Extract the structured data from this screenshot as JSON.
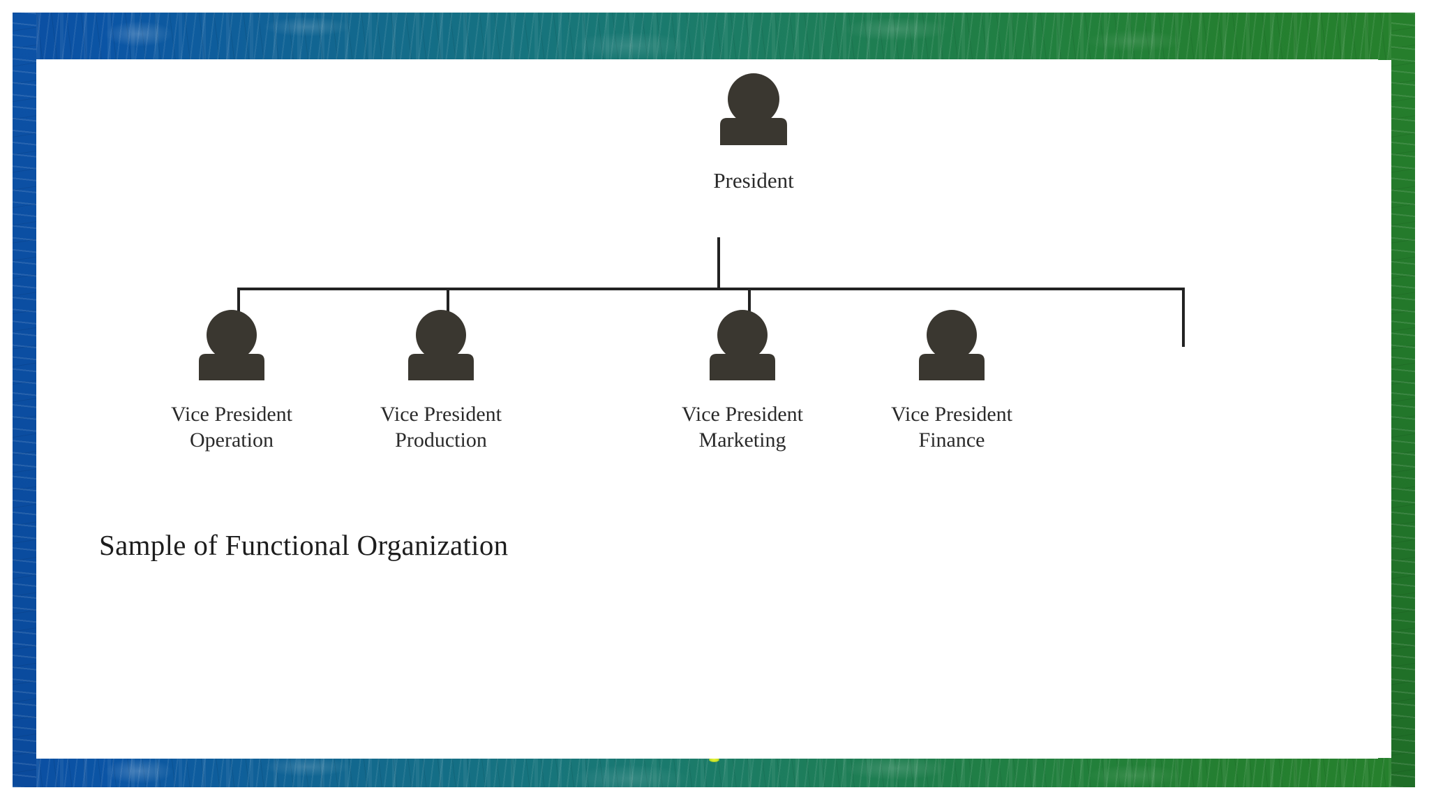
{
  "slide": {
    "caption": "Sample of Functional Organization",
    "panel_background": "#ffffff",
    "band_gradient_start": "#0b4ea2",
    "band_gradient_end": "#26802c",
    "figure_color": "#3a3730",
    "connector_color": "#222222"
  },
  "chart_data": {
    "type": "diagram",
    "subtype": "organization-chart",
    "title": "Sample of Functional Organization",
    "orientation": "top-down",
    "levels": 2,
    "root": {
      "id": "president",
      "label": "President",
      "icon": "person-icon",
      "level": 0
    },
    "children": [
      {
        "id": "vp-operation",
        "label": "Vice President\nOperation",
        "title": "Vice President",
        "department": "Operation",
        "icon": "person-icon",
        "level": 1,
        "parent": "president"
      },
      {
        "id": "vp-production",
        "label": "Vice President\nProduction",
        "title": "Vice President",
        "department": "Production",
        "icon": "person-icon",
        "level": 1,
        "parent": "president"
      },
      {
        "id": "vp-marketing",
        "label": "Vice President\nMarketing",
        "title": "Vice President",
        "department": "Marketing",
        "icon": "person-icon",
        "level": 1,
        "parent": "president"
      },
      {
        "id": "vp-finance",
        "label": "Vice President\nFinance",
        "title": "Vice President",
        "department": "Finance",
        "icon": "person-icon",
        "level": 1,
        "parent": "president"
      }
    ],
    "edges": [
      {
        "from": "president",
        "to": "vp-operation"
      },
      {
        "from": "president",
        "to": "vp-production"
      },
      {
        "from": "president",
        "to": "vp-marketing"
      },
      {
        "from": "president",
        "to": "vp-finance"
      }
    ],
    "connector_style": "orthogonal-bus",
    "legend": null,
    "grid": false
  }
}
